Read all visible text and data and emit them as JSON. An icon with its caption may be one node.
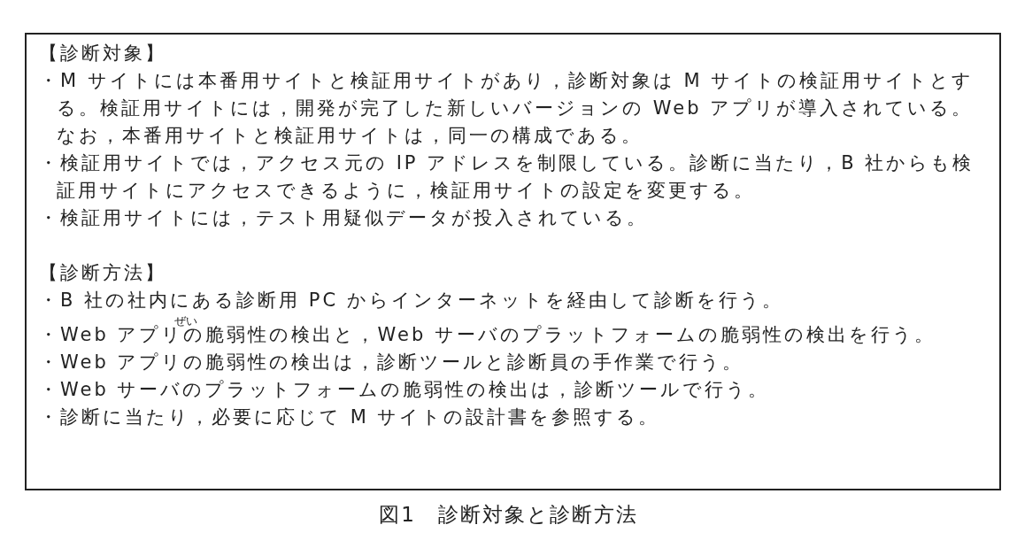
{
  "diagram": {
    "caption": "図1　診断対象と診断方法",
    "nodes": [
      {
        "text": [
          "【診断対象】",
          "・M サイトには本番用サイトと検証用サイトがあり，診断対象は M サイトの検証用サイトとする。検証用サイトには，開発が完了した新しいバージョンの Web アプリが導入されている。なお，本番用サイトと検証用サイトは，同一の構成である。",
          "・検証用サイトでは，アクセス元の IP アドレスを制限している。診断に当たり，B 社からも検証用サイトにアクセスできるように，検証用サイトの設定を変更する。",
          "・検証用サイトには，テスト用疑似データが投入されている。",
          "【診断方法】",
          "・B 社の社内にある診断用 PC からインターネットを経由して診断を行う。",
          "・Web アプリの脆弱性の検出と，Web サーバのプラットフォームの脆弱性の検出を行う。",
          "・Web アプリの脆弱性の検出は，診断ツールと診断員の手作業で行う。",
          "・Web サーバのプラットフォームの脆弱性の検出は，診断ツールで行う。",
          "・診断に当たり，必要に応じて M サイトの設計書を参照する。"
        ]
      }
    ],
    "labels": [
      "ぜい"
    ]
  }
}
